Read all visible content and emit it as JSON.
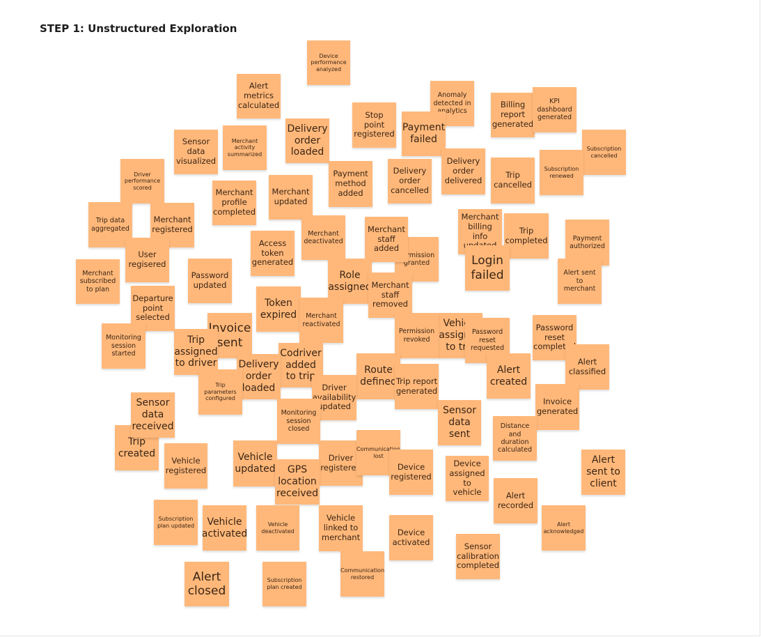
{
  "board": {
    "title": "STEP 1: Unstructured Exploration"
  },
  "notes": [
    "Device performance analyzed",
    "Alert metrics calculated",
    "Anomaly detected in analytics",
    "Billing report generated",
    "KPI dashboard generated",
    "Stop point registered",
    "Payment failed",
    "Delivery order loaded",
    "Sensor data visualized",
    "Merchant activity summarized",
    "Subscription cancelled",
    "Subscription renewed",
    "Delivery order delivered",
    "Trip cancelled",
    "Driver performance scored",
    "Payment method added",
    "Delivery order cancelled",
    "Merchant profile completed",
    "Merchant updated",
    "Trip data aggregated",
    "Merchant registered",
    "Merchant deactivated",
    "Permission granted",
    "Merchant staff added",
    "Merchant billing info updated",
    "Trip completed",
    "Payment authorized",
    "Access token generated",
    "User regisered",
    "Login failed",
    "Merchant subscribed to plan",
    "Password updated",
    "Role assigned",
    "Alert sent to merchant",
    "Merchant staff removed",
    "Token expired",
    "Departure point selected",
    "Merchant reactivated",
    "Monitoring session started",
    "Vehicle assigned to trip",
    "Permission revoked",
    "Password reset requested",
    "Password reset completed",
    "Invoice sent",
    "Trip assigned to driver",
    "Alert classified",
    "Codriver added to trip",
    "Route defined",
    "Alert created",
    "Delivery order loaded",
    "Trip parameters configured",
    "Trip report generated",
    "Driver availability updated",
    "Invoice generated",
    "Trip created",
    "Sensor data received",
    "Sensor data sent",
    "Monitoring session closed",
    "Distance and duration calculated",
    "Communication lost",
    "Vehicle registered",
    "Vehicle updated",
    "Driver registered",
    "Device registered",
    "Alert sent to client",
    "GPS location received",
    "Device assigned to vehicle",
    "Alert recorded",
    "Subscription plan updated",
    "Vehicle activated",
    "Vehicle deactivated",
    "Vehicle linked to merchant",
    "Device activated",
    "Alert acknowledged",
    "Sensor calibration completed",
    "Communication restored",
    "Alert closed",
    "Subscription plan created"
  ],
  "colors": {
    "note": "#ffb87a",
    "note_text": "#3a2515",
    "title": "#1d1d1d"
  }
}
